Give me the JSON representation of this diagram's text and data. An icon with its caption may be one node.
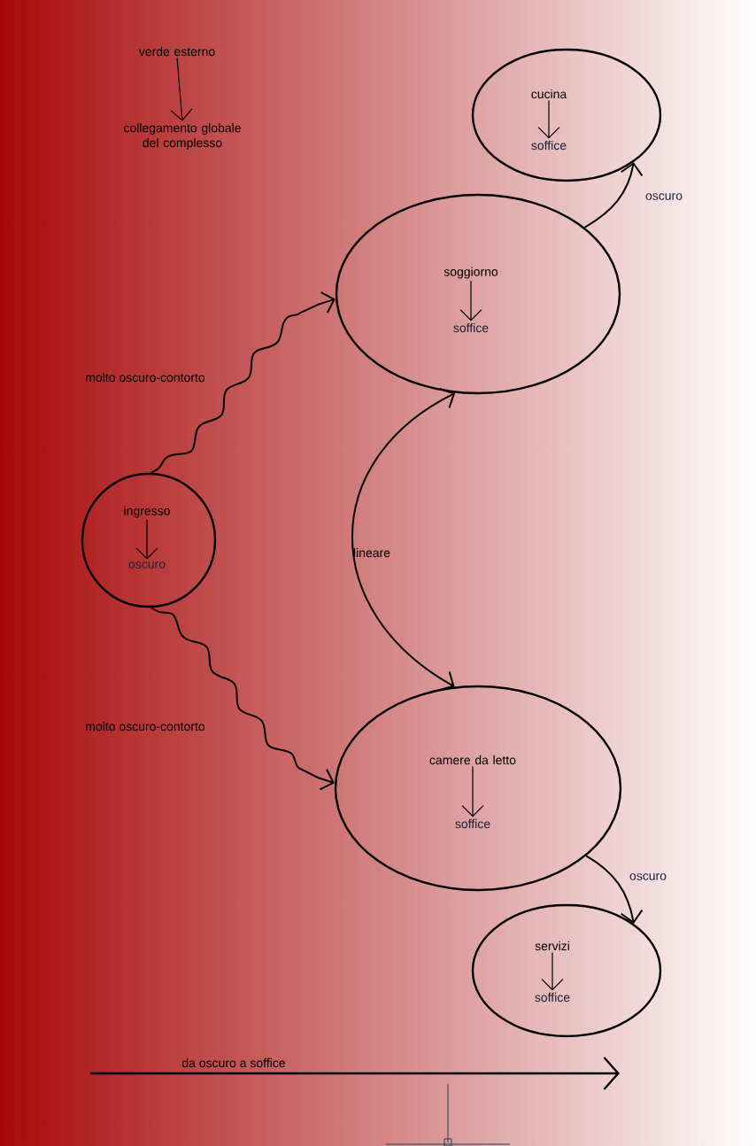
{
  "diagram": {
    "nodes": [
      {
        "text": [
          "verde esterno"
        ]
      },
      {
        "text": [
          "collegamento globale del complesso"
        ]
      },
      {
        "text": [],
        "shape": "circle"
      },
      {
        "text": [
          "cucina"
        ],
        "in": 2
      },
      {
        "text": [
          "soffice"
        ],
        "in": 2
      },
      {
        "text": [],
        "shape": "circle"
      },
      {
        "text": [
          "soggiorno"
        ],
        "in": 5
      },
      {
        "text": [
          "soffice"
        ],
        "in": 5
      },
      {
        "text": [],
        "shape": "circle"
      },
      {
        "text": [
          "ingresso"
        ],
        "in": 8
      },
      {
        "text": [
          "oscuro"
        ],
        "in": 8
      },
      {
        "text": [],
        "shape": "circle"
      },
      {
        "text": [
          "camere da letto"
        ],
        "in": 11
      },
      {
        "text": [
          "soffice"
        ],
        "in": 11
      },
      {
        "text": [],
        "shape": "circle"
      },
      {
        "text": [
          "servizi"
        ],
        "in": 14
      },
      {
        "text": [
          "soffice"
        ],
        "in": 14
      }
    ],
    "edges": [
      {
        "from": 0,
        "to": 1,
        "arrow": "to"
      },
      {
        "from": 3,
        "to": 4,
        "arrow": "to"
      },
      {
        "from": 6,
        "to": 7,
        "arrow": "to"
      },
      {
        "from": 9,
        "to": 10,
        "arrow": "to"
      },
      {
        "from": 12,
        "to": 13,
        "arrow": "to"
      },
      {
        "from": 15,
        "to": 16,
        "arrow": "to"
      },
      {
        "from": 8,
        "to": 5,
        "arrow": "to",
        "label": "molto oscuro-contorto"
      },
      {
        "from": 8,
        "to": 11,
        "arrow": "to",
        "label": "molto oscuro-contorto"
      },
      {
        "from": 11,
        "to": 5,
        "arrow": "both",
        "label": "lineare"
      },
      {
        "from": 5,
        "to": 2,
        "arrow": "to",
        "label": "oscuro"
      },
      {
        "from": 11,
        "to": 14,
        "arrow": "to",
        "label": "oscuro"
      }
    ],
    "labels": [
      "da oscuro a soffice"
    ]
  }
}
